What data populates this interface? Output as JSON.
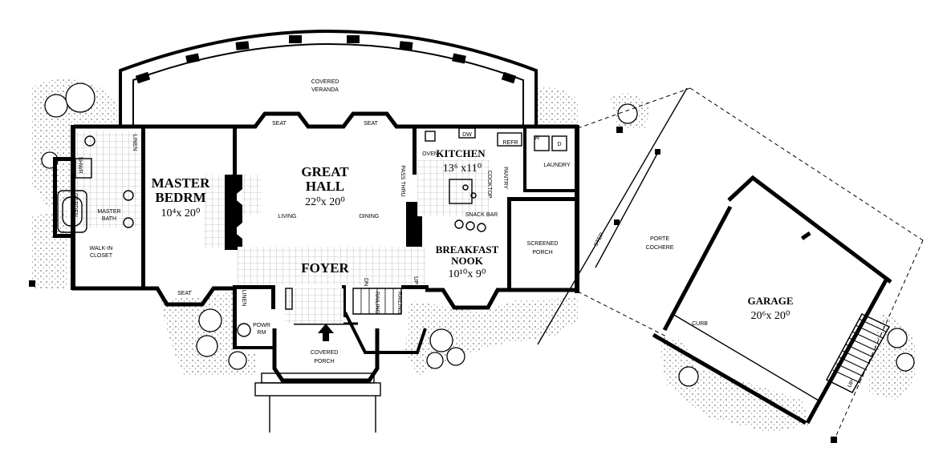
{
  "rooms": {
    "covered_veranda": [
      "COVERED",
      "VERANDA"
    ],
    "great_hall": {
      "name": [
        "GREAT",
        "HALL"
      ],
      "size": "22⁰x 20⁰"
    },
    "master_bedrm": {
      "name": [
        "MASTER",
        "BEDRM"
      ],
      "size": "10⁴x 20⁰"
    },
    "kitchen": {
      "name": "KITCHEN",
      "size": "13⁶ x11⁰"
    },
    "foyer": "FOYER",
    "breakfast_nook": {
      "name": [
        "BREAKFAST",
        "NOOK"
      ],
      "size": "10¹⁰x 9⁰"
    },
    "screened_porch": [
      "SCREENED",
      "PORCH"
    ],
    "porte_cochere": [
      "PORTE",
      "COCHERE"
    ],
    "garage": {
      "name": "GARAGE",
      "size": "20⁶x 20⁰"
    },
    "covered_porch": [
      "COVERED",
      "PORCH"
    ],
    "master_bath": [
      "MASTER",
      "BATH"
    ],
    "walk_in_closet": [
      "WALK-IN",
      "CLOSET"
    ],
    "powder_rm": [
      "POWR",
      "RM"
    ],
    "laundry": "LAUNDRY"
  },
  "small_labels": {
    "seat": "SEAT",
    "living": "LIVING",
    "dining": "DINING",
    "linen": "LINEN",
    "pass_thru": "PASS THRU",
    "pantry": "PANTRY",
    "snack_bar": "SNACK BAR",
    "cooktop": "COOKTOP",
    "oven": "OVEN",
    "refr": "REFR",
    "dw": "DW",
    "step": "STEP",
    "curb": "CURB",
    "dn": "DN",
    "up": "UP",
    "railing": "RAILING",
    "shower": "SHWR",
    "garden": "GARDEN",
    "w": "W",
    "d": "D"
  }
}
